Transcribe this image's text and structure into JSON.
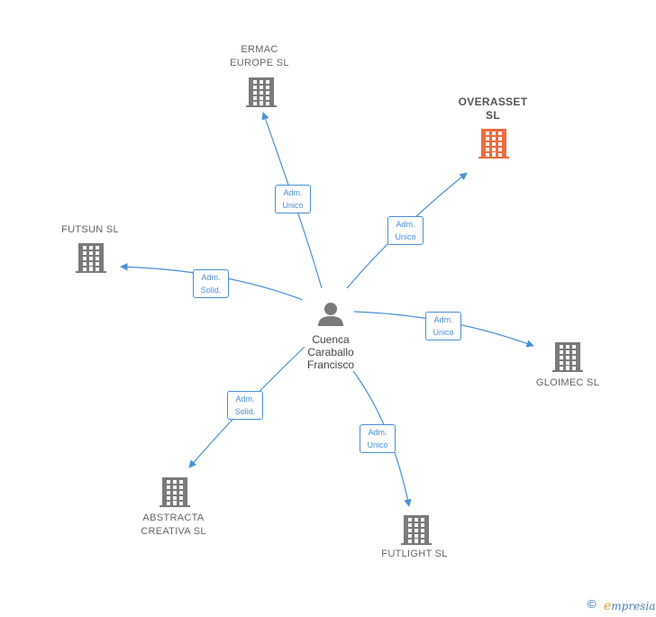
{
  "colors": {
    "edge": "#4a90d9",
    "company": "#7a7a7a",
    "highlight": "#f26a3d",
    "person": "#7a7a7a"
  },
  "center": {
    "name": "Cuenca\nCaraballo\nFrancisco",
    "icon": "person-icon"
  },
  "companies": [
    {
      "id": "ermac",
      "name": "ERMAC\nEUROPE  SL",
      "highlight": false,
      "role": "Adm.\nUnico"
    },
    {
      "id": "overasset",
      "name": "OVERASSET\nSL",
      "highlight": true,
      "role": "Adm.\nUnico"
    },
    {
      "id": "futsun",
      "name": "FUTSUN  SL",
      "highlight": false,
      "role": "Adm.\nSolid."
    },
    {
      "id": "gloimec",
      "name": "GLOIMEC  SL",
      "highlight": false,
      "role": "Adm.\nUnico"
    },
    {
      "id": "abstracta",
      "name": "ABSTRACTA\nCREATIVA SL",
      "highlight": false,
      "role": "Adm.\nSolid."
    },
    {
      "id": "futlight",
      "name": "FUTLIGHT  SL",
      "highlight": false,
      "role": "Adm.\nUnico"
    }
  ],
  "footer": {
    "copyright": "©",
    "brand_initial": "e",
    "brand_rest": "mpresia"
  }
}
